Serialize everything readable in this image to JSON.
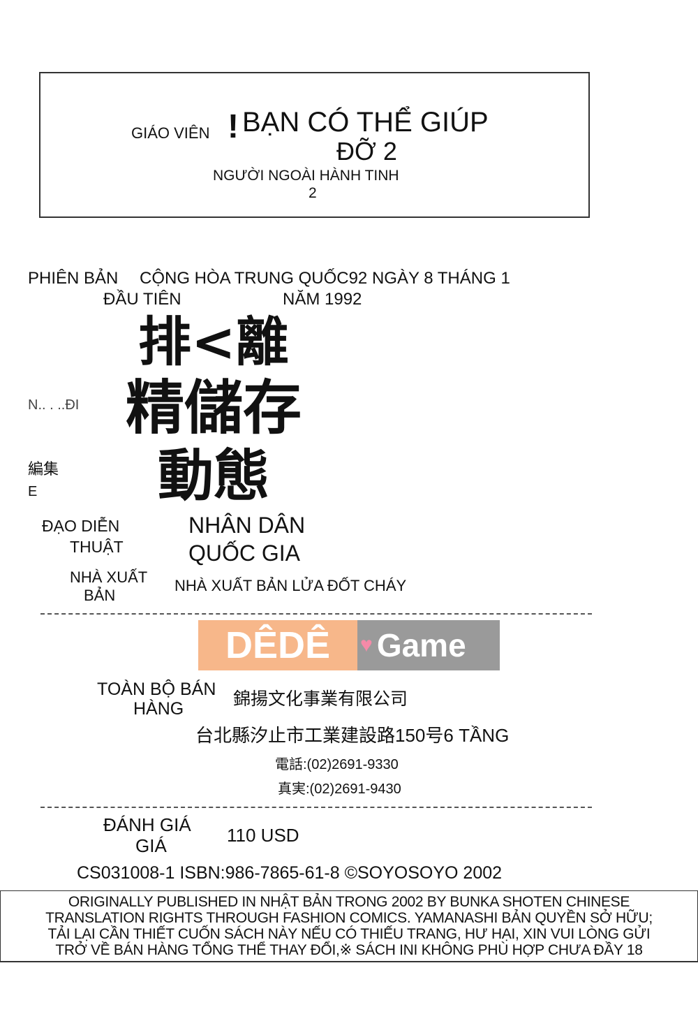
{
  "header": {
    "author_label": "GIÁO VIÊN",
    "exclaim": "!",
    "title": "BẠN CÓ THỂ GIÚP",
    "title_line2": "ĐỠ 2",
    "subtitle": "NGƯỜI NGOÀI HÀNH TINH",
    "subtitle_line2": "2"
  },
  "edition": {
    "label_line1": "PHIÊN BẢN",
    "label_overlap": "CỘNG HÒA TRUNG QUỐC92 NGÀY 8 THÁNG 1",
    "label_line2": "ĐẦU TIÊN",
    "year": "NĂM 1992"
  },
  "credits": {
    "cjk_line1": "排<離",
    "cjk_line2": "精儲存",
    "cjk_line3": "動態",
    "faded_label1": "N.. . ..ĐI",
    "faded_label2": "編集",
    "faded_label3": "E",
    "director_label": "ĐẠO DIỄN",
    "art_label": "THUẬT",
    "director_value": "NHÂN DÂN",
    "director_value2": "QUỐC GIA",
    "publisher_label": "NHÀ XUẤT",
    "publisher_label2": "BẢN",
    "publisher_value": "NHÀ XUẤT BẢN LỬA ĐỐT CHÁY"
  },
  "watermark": {
    "left": "DÊDÊ",
    "right": "Game",
    "colors": {
      "left": "#f7b78a",
      "right": "#9a9a9a"
    }
  },
  "distribution": {
    "label": "TOÀN BỘ BÁN",
    "label2": "HÀNG",
    "company": "錦揚文化事業有限公司",
    "address": "台北縣汐止市工業建設路150号6 TẦNG",
    "phone": "電話:(02)2691-9330",
    "fax": "真実:(02)2691-9430"
  },
  "price": {
    "label": "ĐÁNH GIÁ",
    "label2": "GIÁ",
    "value": "110 USD"
  },
  "isbn": "CS031008-1 ISBN:986-7865-61-8 ©SOYOSOYO 2002",
  "footer": {
    "lines": [
      "ORIGINALLY PUBLISHED IN NHẬT BẢN TRONG 2002 BY BUNKA SHOTEN CHINESE",
      "TRANSLATION RIGHTS THROUGH FASHION COMICS. YAMANASHI BẢN QUYỀN SỞ HỮU;",
      "TẢI LẠI CẦN THIẾT CUỐN SÁCH NÀY NẾU CÓ THIẾU TRANG, HƯ HẠI, XIN VUI LÒNG GỬI",
      "TRỞ VỀ BÁN HÀNG TỔNG THỂ THAY ĐỔI,※ SÁCH INI KHÔNG PHÙ HỢP CHƯA ĐẦY 18"
    ]
  }
}
